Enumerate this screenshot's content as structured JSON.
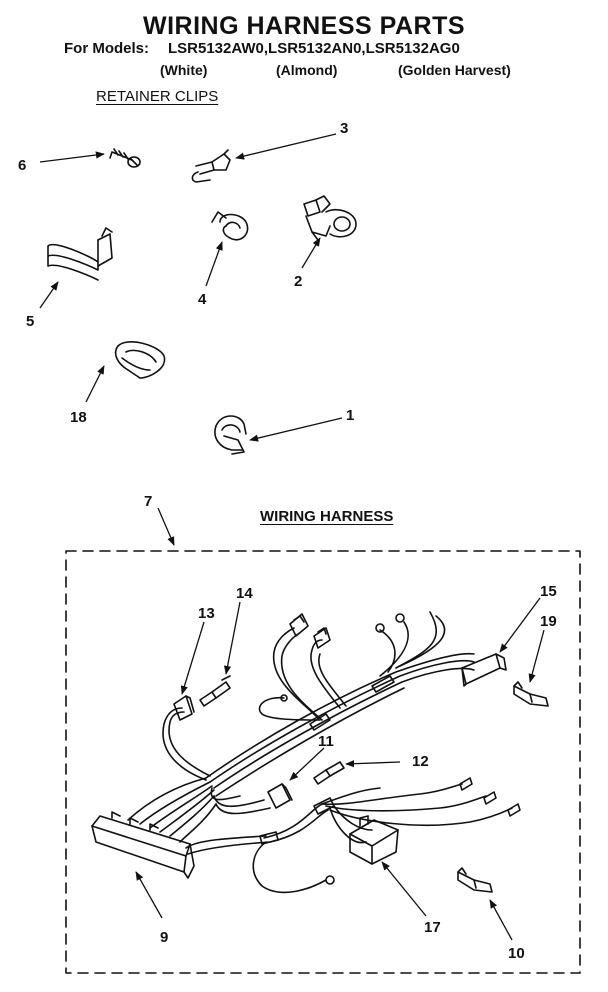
{
  "header": {
    "title": "WIRING HARNESS PARTS",
    "models_prefix": "For Models:",
    "models": "LSR5132AW0,LSR5132AN0,LSR5132AG0",
    "variants": [
      "(White)",
      "(Almond)",
      "(Golden Harvest)"
    ]
  },
  "sections": {
    "retainer_clips": "RETAINER CLIPS",
    "wiring_harness": "WIRING HARNESS"
  },
  "parts": {
    "p1": "1",
    "p2": "2",
    "p3": "3",
    "p4": "4",
    "p5": "5",
    "p6": "6",
    "p7": "7",
    "p9": "9",
    "p10": "10",
    "p11": "11",
    "p12": "12",
    "p13": "13",
    "p14": "14",
    "p15": "15",
    "p17": "17",
    "p18": "18",
    "p19": "19"
  }
}
